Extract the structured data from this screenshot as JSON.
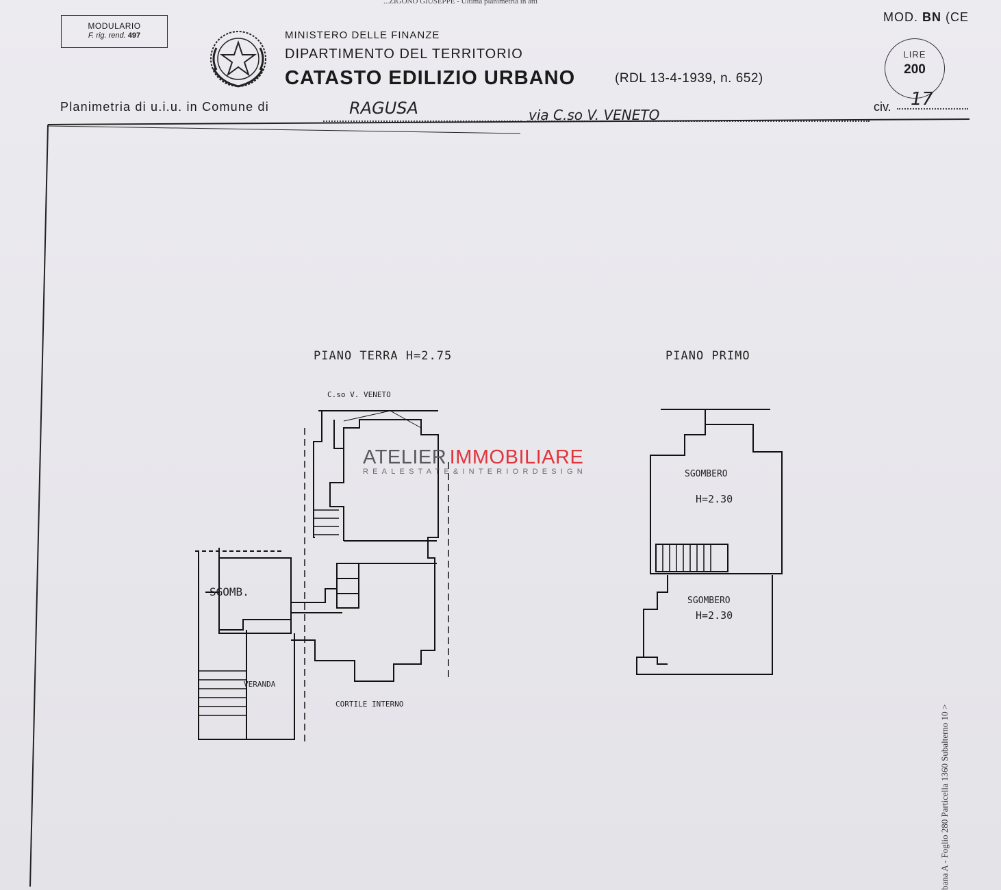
{
  "top_note": "...ZIGONO GIUSEPPE - Ultima planimetria in atti",
  "modulario": {
    "line1": "MODULARIO",
    "line2": "F. rig. rend.",
    "number": "497"
  },
  "header": {
    "ministry": "MINISTERO DELLE FINANZE",
    "department": "DIPARTIMENTO DEL TERRITORIO",
    "title": "CATASTO EDILIZIO URBANO",
    "reference": "(RDL 13-4-1939, n. 652)"
  },
  "model": {
    "prefix": "MOD.",
    "code": "BN",
    "suffix": "(CE"
  },
  "stamp": {
    "currency": "LIRE",
    "value": "200"
  },
  "plan_line": {
    "label": "Planimetria di u.i.u. in Comune di",
    "comune": "RAGUSA",
    "via": "via C.so V. VENETO",
    "civ_label": "civ.",
    "civ_value": "17"
  },
  "ground_floor": {
    "title": "PIANO TERRA H=2.75",
    "street": "C.so V. VENETO",
    "room1": "SGOMB.",
    "veranda": "VERANDA",
    "courtyard": "CORTILE INTERNO"
  },
  "first_floor": {
    "title": "PIANO PRIMO",
    "room1": "SGOMBERO",
    "room1_h": "H=2.30",
    "room2": "SGOMBERO",
    "room2_h": "H=2.30"
  },
  "watermark": {
    "word1": "ATELIER",
    "word2": "IMMOBILIARE",
    "tagline": "REALESTATE&INTERIORDESIGN"
  },
  "side_note": "bana A - Foglio 280 Particella 1360 Subalterno 10 >"
}
